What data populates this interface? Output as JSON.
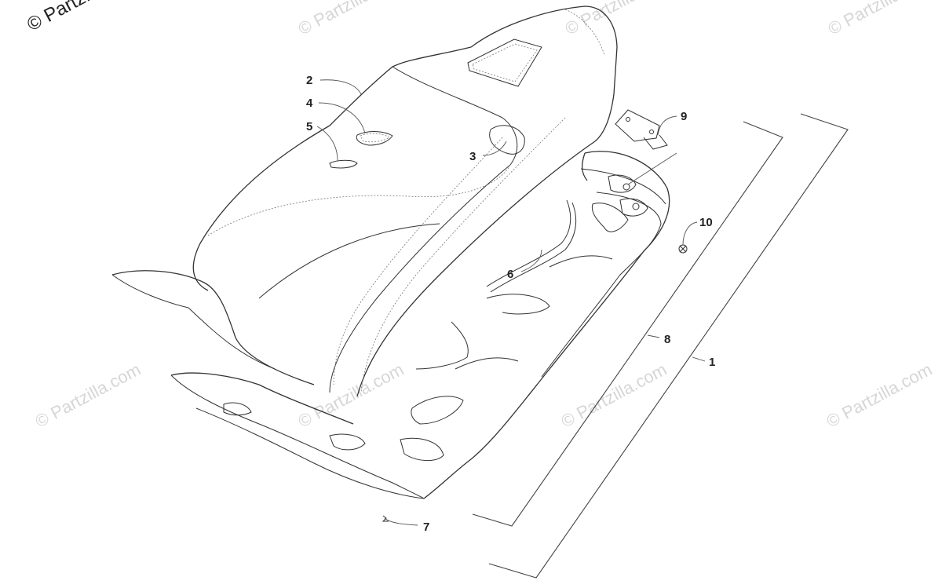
{
  "watermarks": {
    "main": "© Partzilla.com",
    "repeat": "© Partzilla.com"
  },
  "callouts": [
    {
      "id": "1",
      "label": "1"
    },
    {
      "id": "2",
      "label": "2"
    },
    {
      "id": "3",
      "label": "3"
    },
    {
      "id": "4",
      "label": "4"
    },
    {
      "id": "5",
      "label": "5"
    },
    {
      "id": "6",
      "label": "6"
    },
    {
      "id": "7",
      "label": "7"
    },
    {
      "id": "8",
      "label": "8"
    },
    {
      "id": "9",
      "label": "9"
    },
    {
      "id": "10",
      "label": "10"
    }
  ]
}
